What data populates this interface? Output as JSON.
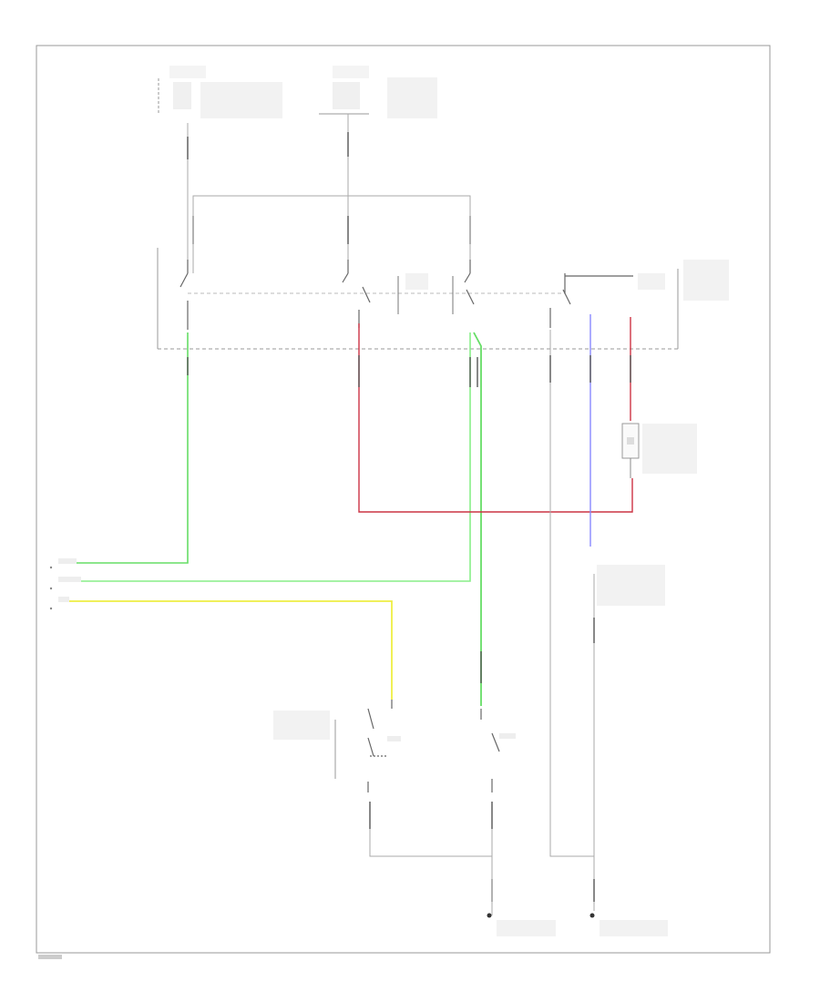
{
  "colors": {
    "frame": "#999999",
    "wire_default": "#aaaaaa",
    "wire_green": "#66dd66",
    "wire_light_green": "#88ee88",
    "wire_red": "#cc3344",
    "wire_violet": "#8888ff",
    "wire_yellow": "#eeee44",
    "connector": "#555555"
  },
  "wires": [
    {
      "id": "wire-lt-grn",
      "color": "wire_green"
    },
    {
      "id": "wire-lt-grn-blk",
      "color": "wire_light_green"
    },
    {
      "id": "wire-yel",
      "color": "wire_yellow"
    },
    {
      "id": "wire-red",
      "color": "wire_red"
    },
    {
      "id": "wire-violet",
      "color": "wire_violet"
    },
    {
      "id": "wire-dark-grn",
      "color": "wire_green"
    }
  ],
  "icons": [
    "ground-icon",
    "switch-icon",
    "connector-icon"
  ]
}
